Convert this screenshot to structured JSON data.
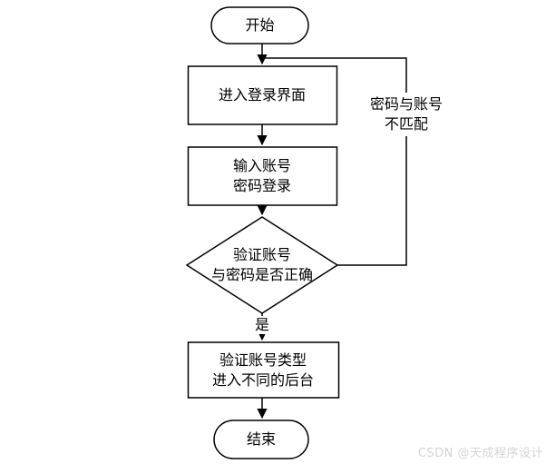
{
  "nodes": {
    "start": "开始",
    "enter_login": "进入登录界面",
    "input_credentials": "输入账号\n密码登录",
    "verify_credentials": "验证账号\n与密码是否正确",
    "verify_account_type": "验证账号类型\n进入不同的后台",
    "end": "结束"
  },
  "edge_labels": {
    "yes": "是",
    "no_mismatch": "密码与账号\n不匹配"
  },
  "watermark": "CSDN @天成程序设计",
  "colors": {
    "stroke": "#000000",
    "fill": "#ffffff",
    "watermark": "#d4d4d4"
  }
}
